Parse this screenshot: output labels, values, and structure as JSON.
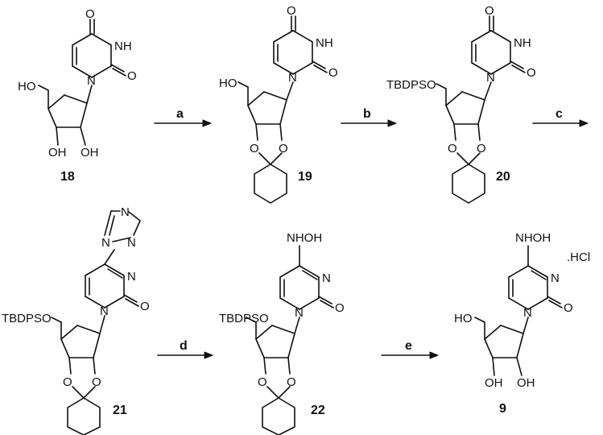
{
  "compounds": {
    "c18": {
      "number": "18"
    },
    "c19": {
      "number": "19"
    },
    "c20": {
      "number": "20"
    },
    "c21": {
      "number": "21"
    },
    "c22": {
      "number": "22"
    },
    "c9": {
      "number": "9",
      "salt": ".HCl"
    }
  },
  "reagents": {
    "a": "a",
    "b": "b",
    "c": "c",
    "d": "d",
    "e": "e"
  },
  "atoms": {
    "O": "O",
    "NH": "NH",
    "N": "N",
    "HO": "HO",
    "OH": "OH",
    "TBDPSO": "TBDPSO",
    "NHOH": "NHOH"
  }
}
